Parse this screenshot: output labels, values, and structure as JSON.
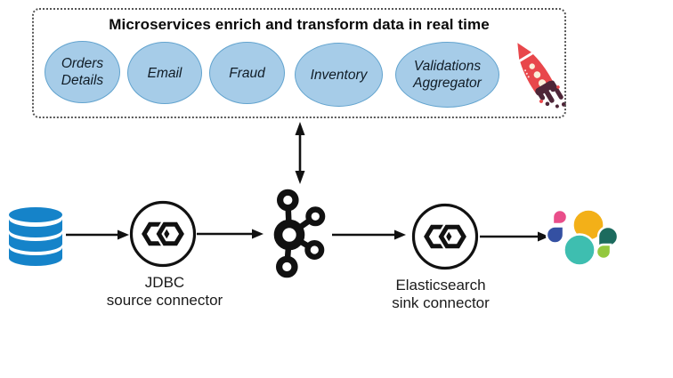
{
  "title": "Microservices enrich and transform data in real time",
  "services": [
    {
      "lines": [
        "Orders",
        "Details"
      ]
    },
    {
      "lines": [
        "Email"
      ]
    },
    {
      "lines": [
        "Fraud"
      ]
    },
    {
      "lines": [
        "Inventory"
      ]
    },
    {
      "lines": [
        "Validations",
        "Aggregator"
      ]
    }
  ],
  "connectors": {
    "source": {
      "name": "JDBC",
      "role": "source connector"
    },
    "sink": {
      "name": "Elasticsearch",
      "role": "sink connector"
    }
  },
  "icons": {
    "database": "database-icon",
    "kafka": "kafka-icon",
    "kafka_connect": "kafka-connect-icon",
    "elasticsearch": "elasticsearch-icon",
    "rocket": "rocket-icon",
    "bidirectional_arrow": "bidirectional-arrow-icon",
    "flow_arrow": "right-arrow-icon"
  },
  "colors": {
    "service_fill": "#A6CCE8",
    "service_border": "#62A3CE",
    "database_blue": "#1583C9",
    "rocket_red": "#E8474B",
    "rocket_exhaust": "#4E2638",
    "rocket_window": "#FAEFD9",
    "es_yellow": "#F3B018",
    "es_pink": "#E94E8A",
    "es_blue": "#3450A2",
    "es_teal": "#3EBEB0",
    "es_dark_green": "#1C6B5E",
    "es_light_green": "#93C83E",
    "line_black": "#111111"
  }
}
